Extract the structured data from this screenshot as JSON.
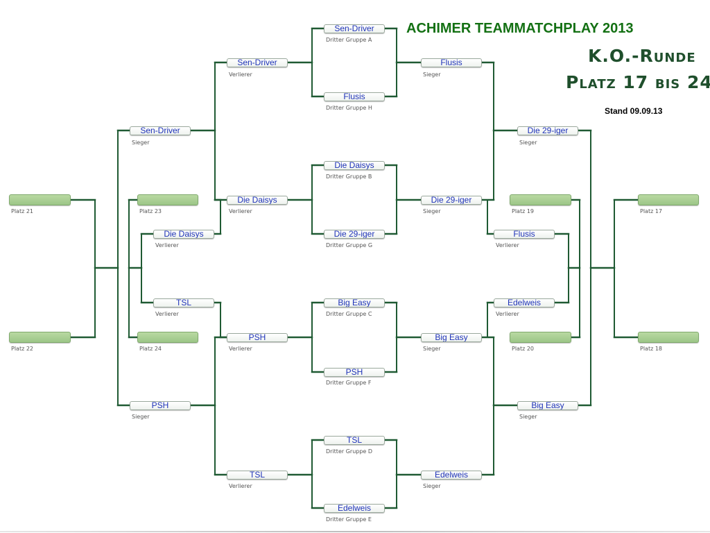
{
  "header": {
    "title": "ACHIMER TEAMMATCHPLAY 2013",
    "subtitle_line1": "K.O.-Runde",
    "subtitle_line2": "Platz 17 bis 24",
    "stand": "Stand 09.09.13"
  },
  "colors": {
    "line": "#1f5a33",
    "team_text": "#1f33b8",
    "title": "#137013",
    "empty_slot": "#a8cf90"
  },
  "labels": {
    "sieger": "Sieger",
    "verlierer": "Verlierer",
    "dritter_a": "Dritter Gruppe A",
    "dritter_b": "Dritter Gruppe B",
    "dritter_c": "Dritter Gruppe C",
    "dritter_d": "Dritter Gruppe D",
    "dritter_e": "Dritter Gruppe E",
    "dritter_f": "Dritter Gruppe F",
    "dritter_g": "Dritter Gruppe G",
    "dritter_h": "Dritter Gruppe H",
    "platz17": "Platz 17",
    "platz18": "Platz 18",
    "platz19": "Platz 19",
    "platz20": "Platz 20",
    "platz21": "Platz 21",
    "platz22": "Platz 22",
    "platz23": "Platz 23",
    "platz24": "Platz 24"
  },
  "first_round": {
    "a": "Sen-Driver",
    "h": "Flusis",
    "b": "Die Daisys",
    "g": "Die 29-iger",
    "c": "Big Easy",
    "f": "PSH",
    "d": "TSL",
    "e": "Edelweis"
  },
  "first_round_results": {
    "ah_loser": "Sen-Driver",
    "ah_winner": "Flusis",
    "bg_loser": "Die Daisys",
    "bg_winner": "Die 29-iger",
    "cf_loser": "PSH",
    "cf_winner": "Big Easy",
    "de_loser": "TSL",
    "de_winner": "Edelweis"
  },
  "second_round": {
    "left_winner_top": "Sen-Driver",
    "left_winner_bottom": "PSH",
    "left_loser_top": "Die Daisys",
    "left_loser_bottom": "TSL",
    "right_winner_top": "Die 29-iger",
    "right_winner_bottom": "Big Easy",
    "right_loser_top": "Flusis",
    "right_loser_bottom": "Edelweis"
  },
  "places": {
    "platz17": "",
    "platz18": "",
    "platz19": "",
    "platz20": "",
    "platz21": "",
    "platz22": "",
    "platz23": "",
    "platz24": ""
  }
}
